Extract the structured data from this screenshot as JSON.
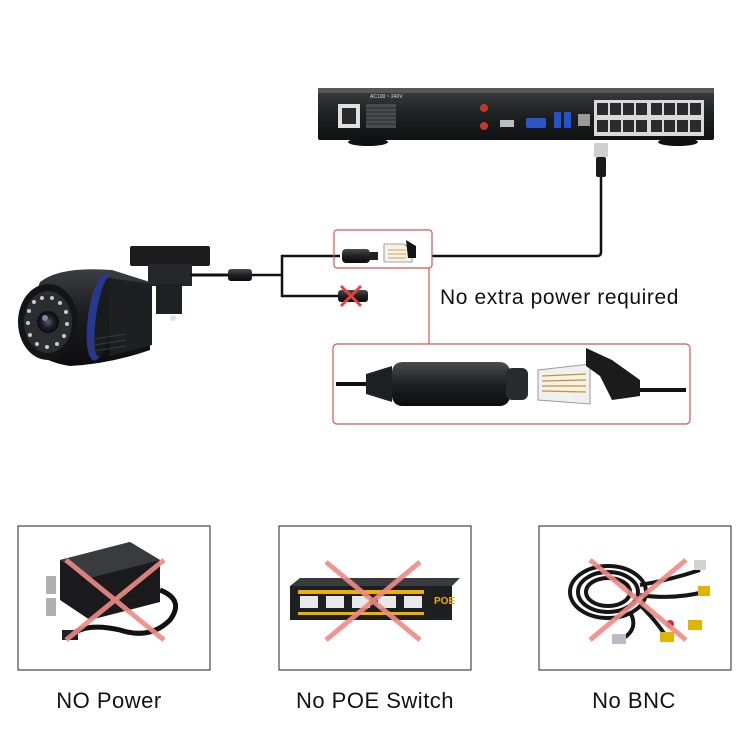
{
  "diagram": {
    "nvr_power_label": "AC100 ~ 240V",
    "note": "No extra power required",
    "colors": {
      "highlight_border": "#d9534f",
      "cross_red": "#e8413c",
      "cross_light": "#f08a86",
      "device_black": "#1b1c1e",
      "camera_accent_blue": "#1f3fa8",
      "poe_switch_yellow": "#f0b000"
    }
  },
  "options": [
    {
      "label": "NO Power",
      "icon": "power-adapter-icon"
    },
    {
      "label": "No POE Switch",
      "icon": "poe-switch-icon",
      "device_text": "POE"
    },
    {
      "label": "No BNC",
      "icon": "bnc-cable-icon"
    }
  ]
}
